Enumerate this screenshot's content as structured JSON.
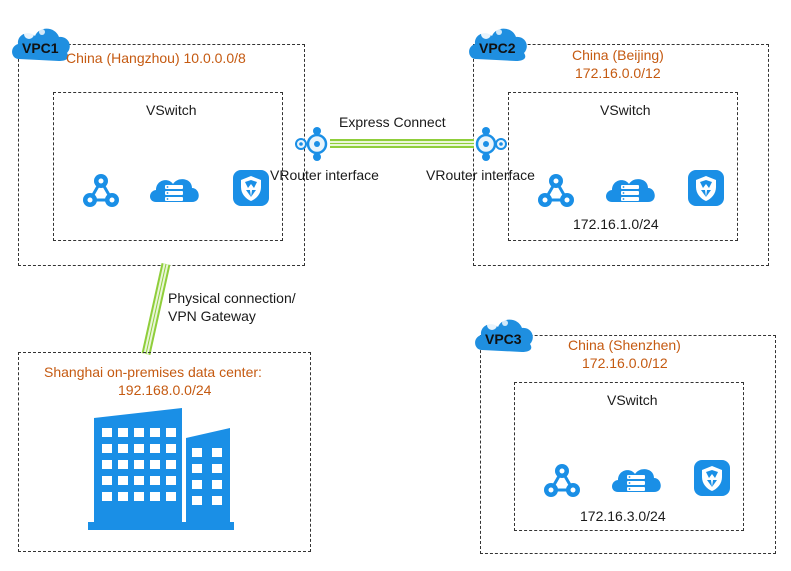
{
  "vpc1": {
    "badge": "VPC1",
    "region": "China (Hangzhou) 10.0.0.0/8",
    "vswitch": {
      "label": "VSwitch"
    },
    "vrouter_label": "VRouter interface"
  },
  "vpc2": {
    "badge": "VPC2",
    "region_line1": "China (Beijing)",
    "region_line2": "172.16.0.0/12",
    "vswitch": {
      "label": "VSwitch",
      "cidr": "172.16.1.0/24"
    },
    "vrouter_label": "VRouter interface"
  },
  "vpc3": {
    "badge": "VPC3",
    "region_line1": "China (Shenzhen)",
    "region_line2": "172.16.0.0/12",
    "vswitch": {
      "label": "VSwitch",
      "cidr": "172.16.3.0/24"
    }
  },
  "express_connect": {
    "label": "Express Connect"
  },
  "physical": {
    "line1": "Physical connection/",
    "line2": "VPN Gateway"
  },
  "datacenter": {
    "line1": "Shanghai on-premises data center:",
    "line2": "192.168.0.0/24"
  },
  "colors": {
    "cloud_blue": "#1f8fe0",
    "icon_blue": "#1a8fe6",
    "region_orange": "#c55a11",
    "connector_green": "#8fce3a"
  },
  "icons": [
    "cloud-badge-icon",
    "network-node-icon",
    "server-cloud-icon",
    "security-icon",
    "vrouter-icon",
    "building-icon"
  ]
}
